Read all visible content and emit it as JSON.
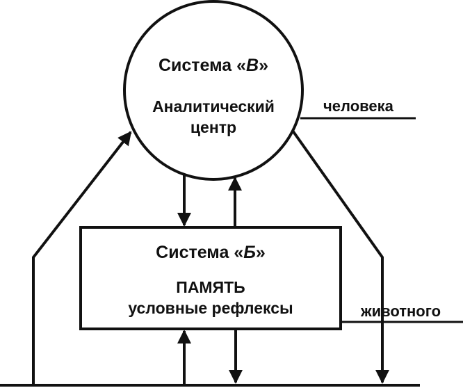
{
  "colors": {
    "stroke": "#111111",
    "background": "#ffffff"
  },
  "system_b": {
    "title_prefix": "Система «",
    "title_letter": "В",
    "title_suffix": "»",
    "line1": "Аналитический",
    "line2": "центр"
  },
  "system_a": {
    "title_prefix": "Система «",
    "title_letter": "Б",
    "title_suffix": "»",
    "line1": "ПАМЯТЬ",
    "line2": "условные рефлексы"
  },
  "labels": {
    "human": "человека",
    "animal": "животного"
  }
}
